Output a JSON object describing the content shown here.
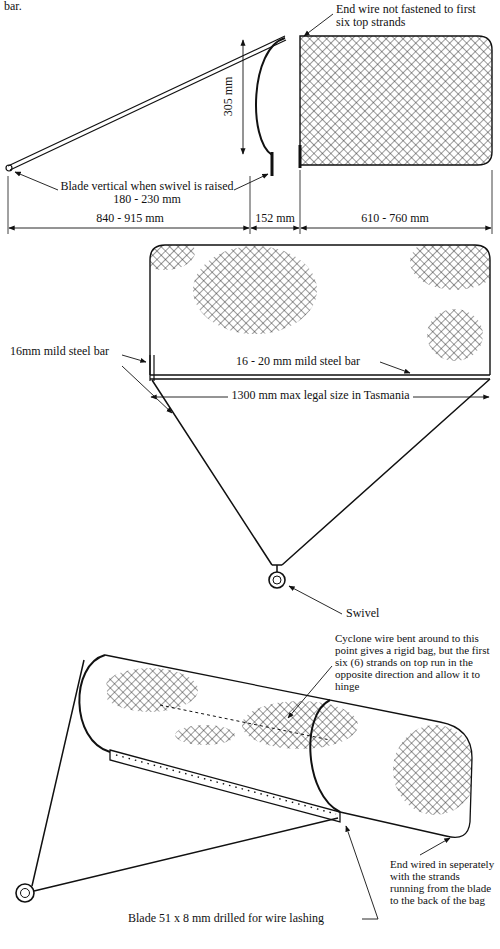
{
  "diagram": {
    "labels": [
      "bar.",
      "End wire not fastened to first six top strands",
      "305 mm",
      "Blade vertical when swivel is raised 180 - 230 mm",
      "840 - 915 mm",
      "152 mm",
      "610 - 760 mm",
      "16mm mild steel bar",
      "16 - 20 mm mild steel bar",
      "1300 mm max legal size in Tasmania",
      "Swivel",
      "Cyclone wire bent around to this point gives a rigid bag, but the first six (6) strands on top run in the opposite direction and allow it to hinge",
      "Blade 51 x 8 mm drilled for wire lashing",
      "End wired in seperately with the strands running from the blade to the back of the bag"
    ]
  }
}
